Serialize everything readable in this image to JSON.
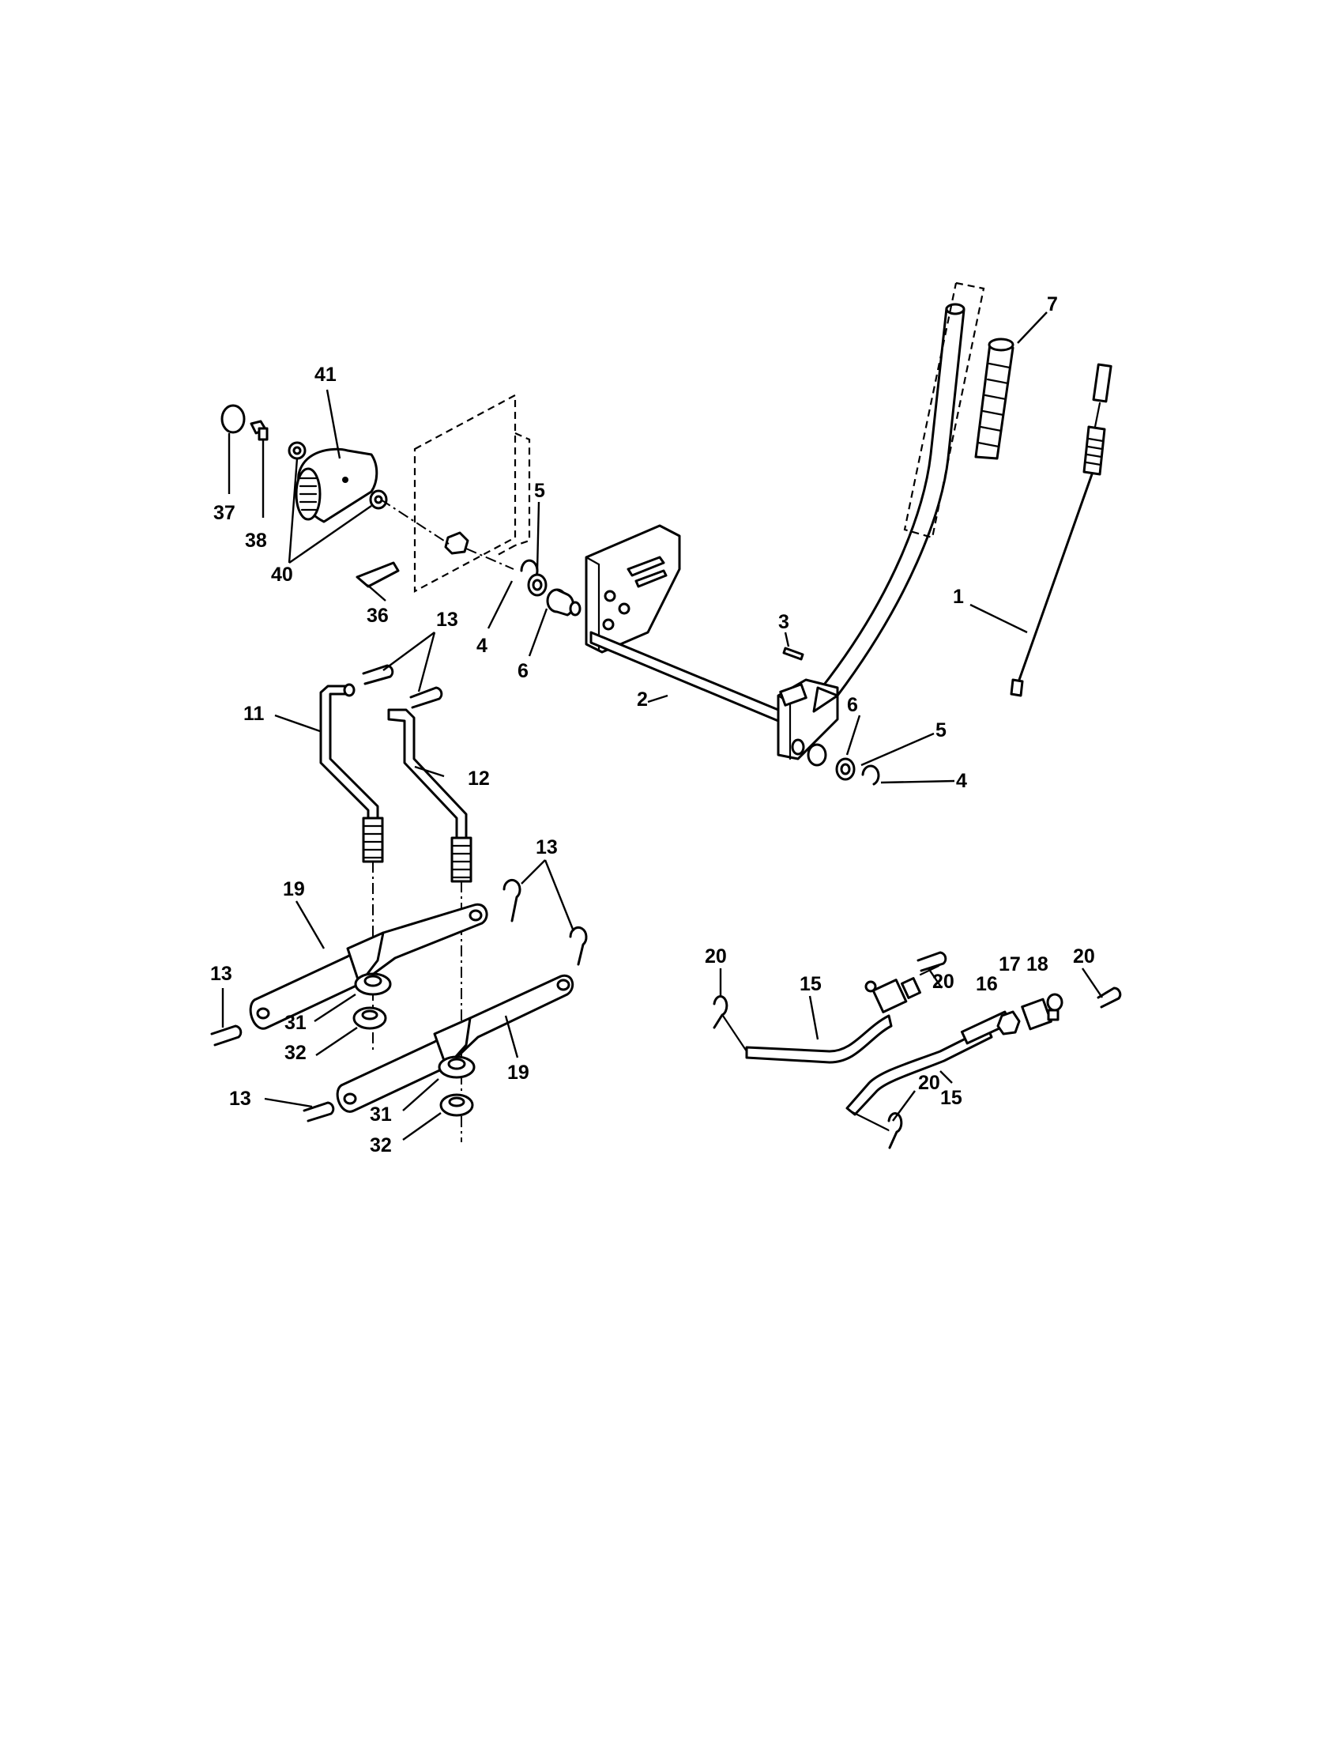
{
  "callouts": [
    {
      "id": "c1",
      "label": "1"
    },
    {
      "id": "c2",
      "label": "2"
    },
    {
      "id": "c3",
      "label": "3"
    },
    {
      "id": "c4a",
      "label": "4"
    },
    {
      "id": "c4b",
      "label": "4"
    },
    {
      "id": "c5a",
      "label": "5"
    },
    {
      "id": "c5b",
      "label": "5"
    },
    {
      "id": "c6a",
      "label": "6"
    },
    {
      "id": "c6b",
      "label": "6"
    },
    {
      "id": "c7",
      "label": "7"
    },
    {
      "id": "c11",
      "label": "11"
    },
    {
      "id": "c12",
      "label": "12"
    },
    {
      "id": "c13a",
      "label": "13"
    },
    {
      "id": "c13b",
      "label": "13"
    },
    {
      "id": "c13c",
      "label": "13"
    },
    {
      "id": "c13d",
      "label": "13"
    },
    {
      "id": "c15a",
      "label": "15"
    },
    {
      "id": "c15b",
      "label": "15"
    },
    {
      "id": "c16",
      "label": "16"
    },
    {
      "id": "c17",
      "label": "17"
    },
    {
      "id": "c18",
      "label": "18"
    },
    {
      "id": "c19a",
      "label": "19"
    },
    {
      "id": "c19b",
      "label": "19"
    },
    {
      "id": "c20a",
      "label": "20"
    },
    {
      "id": "c20b",
      "label": "20"
    },
    {
      "id": "c20c",
      "label": "20"
    },
    {
      "id": "c20d",
      "label": "20"
    },
    {
      "id": "c31a",
      "label": "31"
    },
    {
      "id": "c31b",
      "label": "31"
    },
    {
      "id": "c32a",
      "label": "32"
    },
    {
      "id": "c32b",
      "label": "32"
    },
    {
      "id": "c36",
      "label": "36"
    },
    {
      "id": "c37",
      "label": "37"
    },
    {
      "id": "c38",
      "label": "38"
    },
    {
      "id": "c40",
      "label": "40"
    },
    {
      "id": "c41",
      "label": "41"
    }
  ]
}
